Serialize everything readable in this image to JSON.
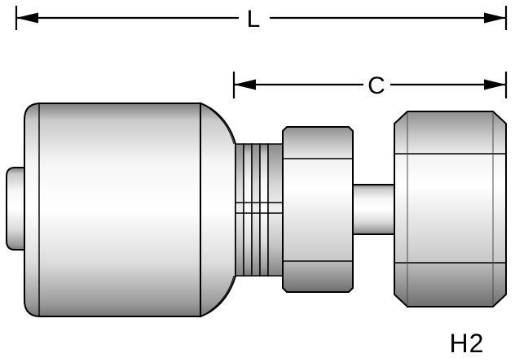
{
  "diagram": {
    "type": "hydraulic-fitting-technical-drawing",
    "dimension_labels": {
      "length": "L",
      "cutoff": "C"
    },
    "part_code": "H2",
    "colors": {
      "outline": "#000000",
      "background": "#ffffff",
      "metal_light": "#ffffff",
      "metal_mid": "#d9d9d9",
      "metal_dark": "#7d7d7d"
    }
  }
}
